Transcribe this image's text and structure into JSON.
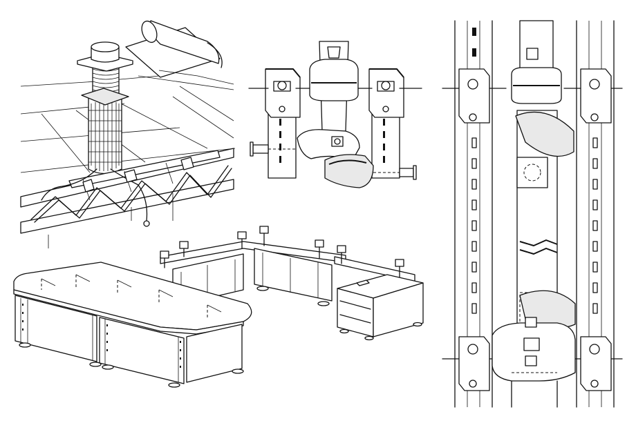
{
  "figure": {
    "panels": [
      {
        "id": "ceiling-feed",
        "subject": "power-pole-ceiling-feed"
      },
      {
        "id": "bracket-closeup",
        "subject": "frame-bracket-attachment"
      },
      {
        "id": "vertical-channel",
        "subject": "vertical-post-cable-channel"
      },
      {
        "id": "furniture-layout",
        "subject": "workstation-layout"
      }
    ],
    "colors": {
      "line": "#111111",
      "background": "#ffffff",
      "shade": "#e9e9e9"
    }
  }
}
